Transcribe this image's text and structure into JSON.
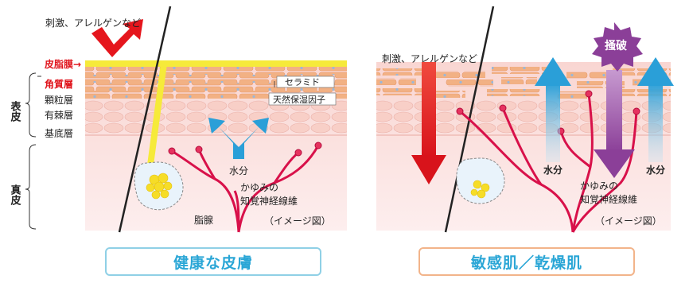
{
  "left_panel": {
    "irritant_label": "刺激、アレルゲンなど",
    "sebum_film_label": "皮脂膜→",
    "epidermis_label": "表皮",
    "dermis_label": "真皮",
    "layers": [
      "角質層",
      "顆粒層",
      "有棘層",
      "基底層"
    ],
    "ceramide_label": "セラミド",
    "nmf_label": "天然保湿因子",
    "water_label": "水分",
    "nerve_label_line1": "かゆみの",
    "nerve_label_line2": "知覚神経線維",
    "sebaceous_label": "脂腺",
    "image_note": "（イメージ図）",
    "caption": "健康な皮膚"
  },
  "right_panel": {
    "irritant_label": "刺激、アレルゲンなど",
    "scratch_label": "掻破",
    "water_left_label": "水分",
    "water_right_label": "水分",
    "nerve_label_line1": "かゆみの",
    "nerve_label_line2": "知覚神経線維",
    "image_note": "（イメージ図）",
    "caption": "敏感肌／乾燥肌"
  },
  "colors": {
    "sebum": "#f6ea3a",
    "stratum_corneum": "#f3b88e",
    "epidermis": "#f8d8d0",
    "dermis": "#fbe6e6",
    "nerve": "#d8114a",
    "irritant_arrow": "#e5161d",
    "water_arrow": "#2a9fd8",
    "scratch_arrow": "#9a4aa2",
    "red_label": "#e0141c",
    "caption_text": "#2aa6d6"
  }
}
